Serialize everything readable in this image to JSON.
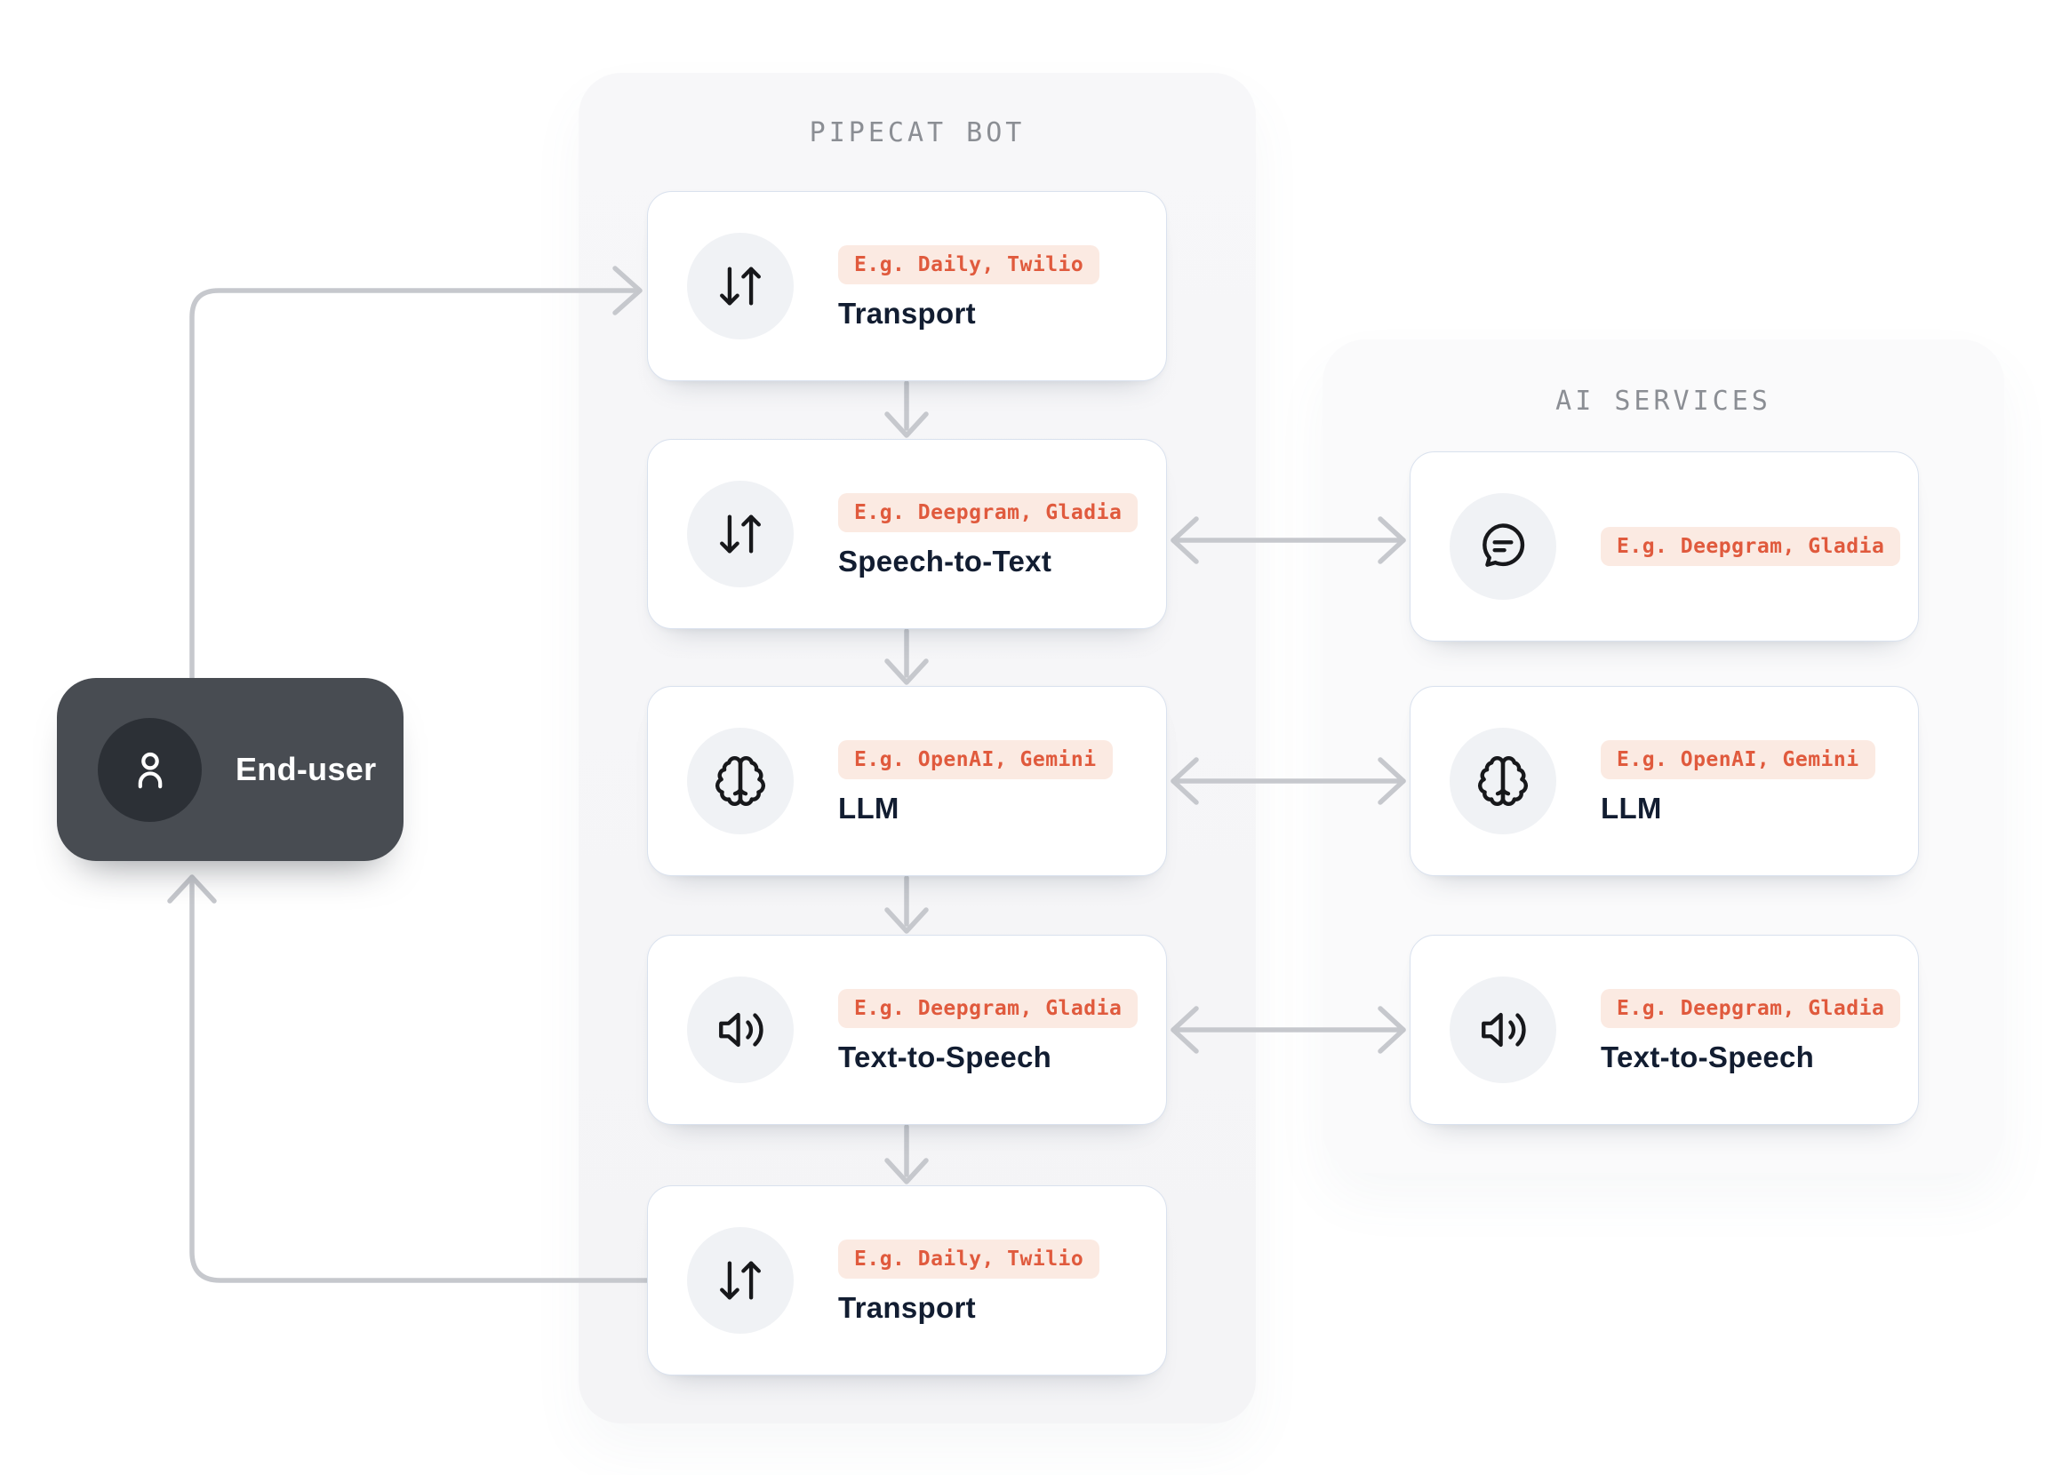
{
  "colors": {
    "page_bg": "#ffffff",
    "pipecat_panel_bg": "#f6f6f8",
    "ai_panel_bg": "#fafafb",
    "card_bg": "#ffffff",
    "card_border": "#d9e1ee",
    "icon_circle_bg": "#f0f2f5",
    "badge_bg": "#fbeae2",
    "badge_text": "#e05a3d",
    "card_title_text": "#121d31",
    "panel_title_text": "#8b8e94",
    "connector_line": "#c6c8cd",
    "end_user_bg": "#484c52",
    "end_user_circle_bg": "#2c3036",
    "end_user_text": "#ffffff"
  },
  "end_user": {
    "label": "End-user",
    "icon": "user-icon"
  },
  "pipecat_panel": {
    "title": "PIPECAT BOT",
    "cards": [
      {
        "icon": "arrow-down-up-icon",
        "badge": "E.g. Daily, Twilio",
        "title": "Transport"
      },
      {
        "icon": "arrow-down-up-icon",
        "badge": "E.g. Deepgram, Gladia",
        "title": "Speech-to-Text"
      },
      {
        "icon": "brain-icon",
        "badge": "E.g. OpenAI, Gemini",
        "title": "LLM"
      },
      {
        "icon": "speaker-icon",
        "badge": "E.g. Deepgram, Gladia",
        "title": "Text-to-Speech"
      },
      {
        "icon": "arrow-down-up-icon",
        "badge": "E.g. Daily, Twilio",
        "title": "Transport"
      }
    ]
  },
  "ai_panel": {
    "title": "AI SERVICES",
    "cards": [
      {
        "icon": "chat-bubble-icon",
        "badge": "E.g. Deepgram, Gladia",
        "title": ""
      },
      {
        "icon": "brain-icon",
        "badge": "E.g. OpenAI, Gemini",
        "title": "LLM"
      },
      {
        "icon": "speaker-icon",
        "badge": "E.g. Deepgram, Gladia",
        "title": "Text-to-Speech"
      }
    ]
  }
}
